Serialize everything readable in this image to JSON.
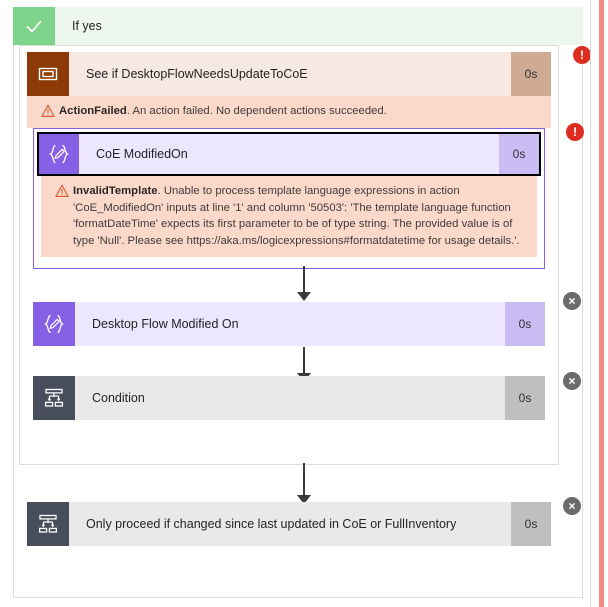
{
  "branch": {
    "label": "If yes",
    "icon": "check-icon",
    "accent_color": "#7fd48c"
  },
  "actions": [
    {
      "id": "see-if-desktopflow-needs-update",
      "name": "See if DesktopFlowNeedsUpdateToCoE",
      "duration": "0s",
      "icon": "scope-icon",
      "status": "failed",
      "status_badge": "error-badge",
      "icon_color": "#8c3a06",
      "error": {
        "code": "ActionFailed",
        "message": "An action failed. No dependent actions succeeded."
      }
    },
    {
      "id": "coe-modifiedon",
      "name": "CoE ModifiedOn",
      "duration": "0s",
      "icon": "expression-icon",
      "status": "failed",
      "status_badge": "error-badge",
      "icon_color": "#8661e5",
      "selected": true,
      "error": {
        "code": "InvalidTemplate",
        "message": "Unable to process template language expressions in action 'CoE_ModifiedOn' inputs at line '1' and column '50503': 'The template language function 'formatDateTime' expects its first parameter to be of type string. The provided value is of type 'Null'. Please see https://aka.ms/logicexpressions#formatdatetime for usage details.'."
      }
    },
    {
      "id": "desktop-flow-modified-on",
      "name": "Desktop Flow Modified On",
      "duration": "0s",
      "icon": "expression-icon",
      "status": "skipped",
      "status_badge": "skipped-badge",
      "icon_color": "#8661e5"
    },
    {
      "id": "condition",
      "name": "Condition",
      "duration": "0s",
      "icon": "condition-icon",
      "status": "skipped",
      "status_badge": "skipped-badge",
      "icon_color": "#484d5b"
    },
    {
      "id": "only-proceed-if-changed",
      "name": "Only proceed if changed since last updated in CoE or FullInventory",
      "duration": "0s",
      "icon": "condition-icon",
      "status": "skipped",
      "status_badge": "skipped-badge",
      "icon_color": "#484d5b"
    }
  ],
  "colors": {
    "failed_badge": "#dd2c20",
    "skipped_badge": "#6b6b6b",
    "error_banner_bg": "#fad9cb",
    "selection_outline": "#8661e5",
    "right_accent": "#f58a86"
  }
}
